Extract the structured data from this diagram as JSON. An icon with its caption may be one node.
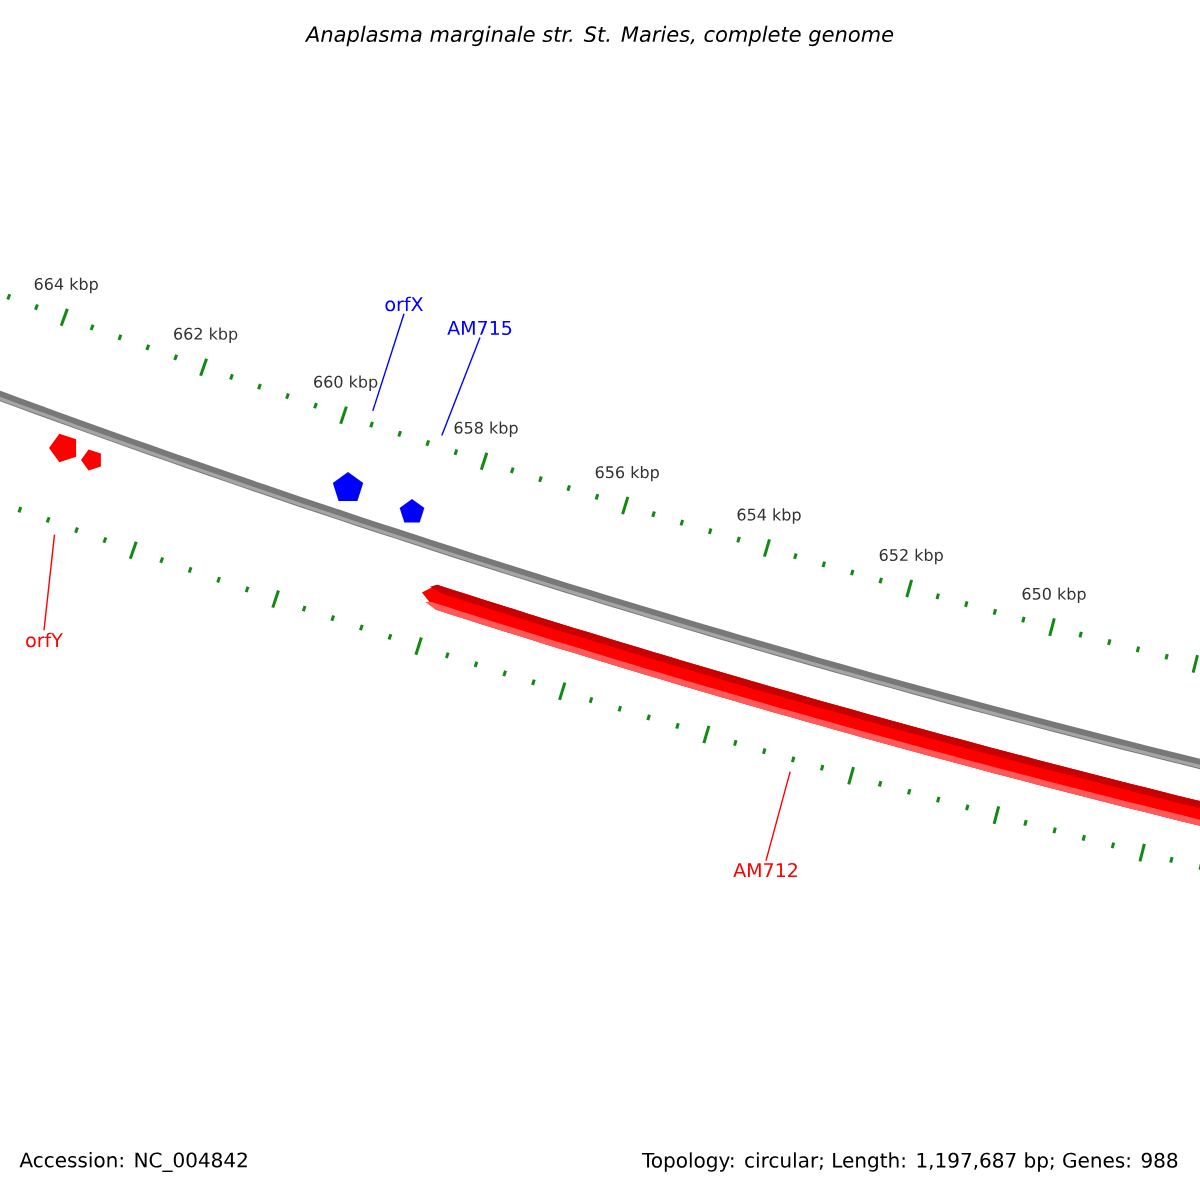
{
  "diagram": {
    "title": "Anaplasma marginale str. St. Maries, complete genome",
    "nodes": [
      {
        "text": [
          "orfX"
        ]
      },
      {
        "text": [
          "AM715"
        ]
      },
      {
        "text": [
          "orfY"
        ]
      },
      {
        "text": [
          "AM712"
        ]
      },
      {
        "text": [],
        "shape": "pentagon"
      },
      {
        "text": [],
        "shape": "pentagon"
      },
      {
        "text": [],
        "shape": "pentagon"
      },
      {
        "text": [],
        "shape": "pentagon"
      },
      {
        "text": [],
        "shape": "bar"
      }
    ],
    "edges": [
      {
        "from": 0,
        "to": 4,
        "arrow": "none",
        "color": "#0000ff"
      },
      {
        "from": 1,
        "to": 5,
        "arrow": "none",
        "color": "#0000ff"
      },
      {
        "from": 2,
        "to": 6,
        "arrow": "none",
        "color": "#ff0000"
      },
      {
        "from": 3,
        "to": 8,
        "arrow": "none",
        "color": "#ff0000"
      }
    ],
    "labels": [
      "664 kbp",
      "662 kbp",
      "660 kbp",
      "658 kbp",
      "656 kbp",
      "654 kbp",
      "652 kbp",
      "650 kbp",
      "Accession: NC_004842",
      "Topology: circular; Length: 1,197,687 bp; Genes: 988"
    ]
  }
}
